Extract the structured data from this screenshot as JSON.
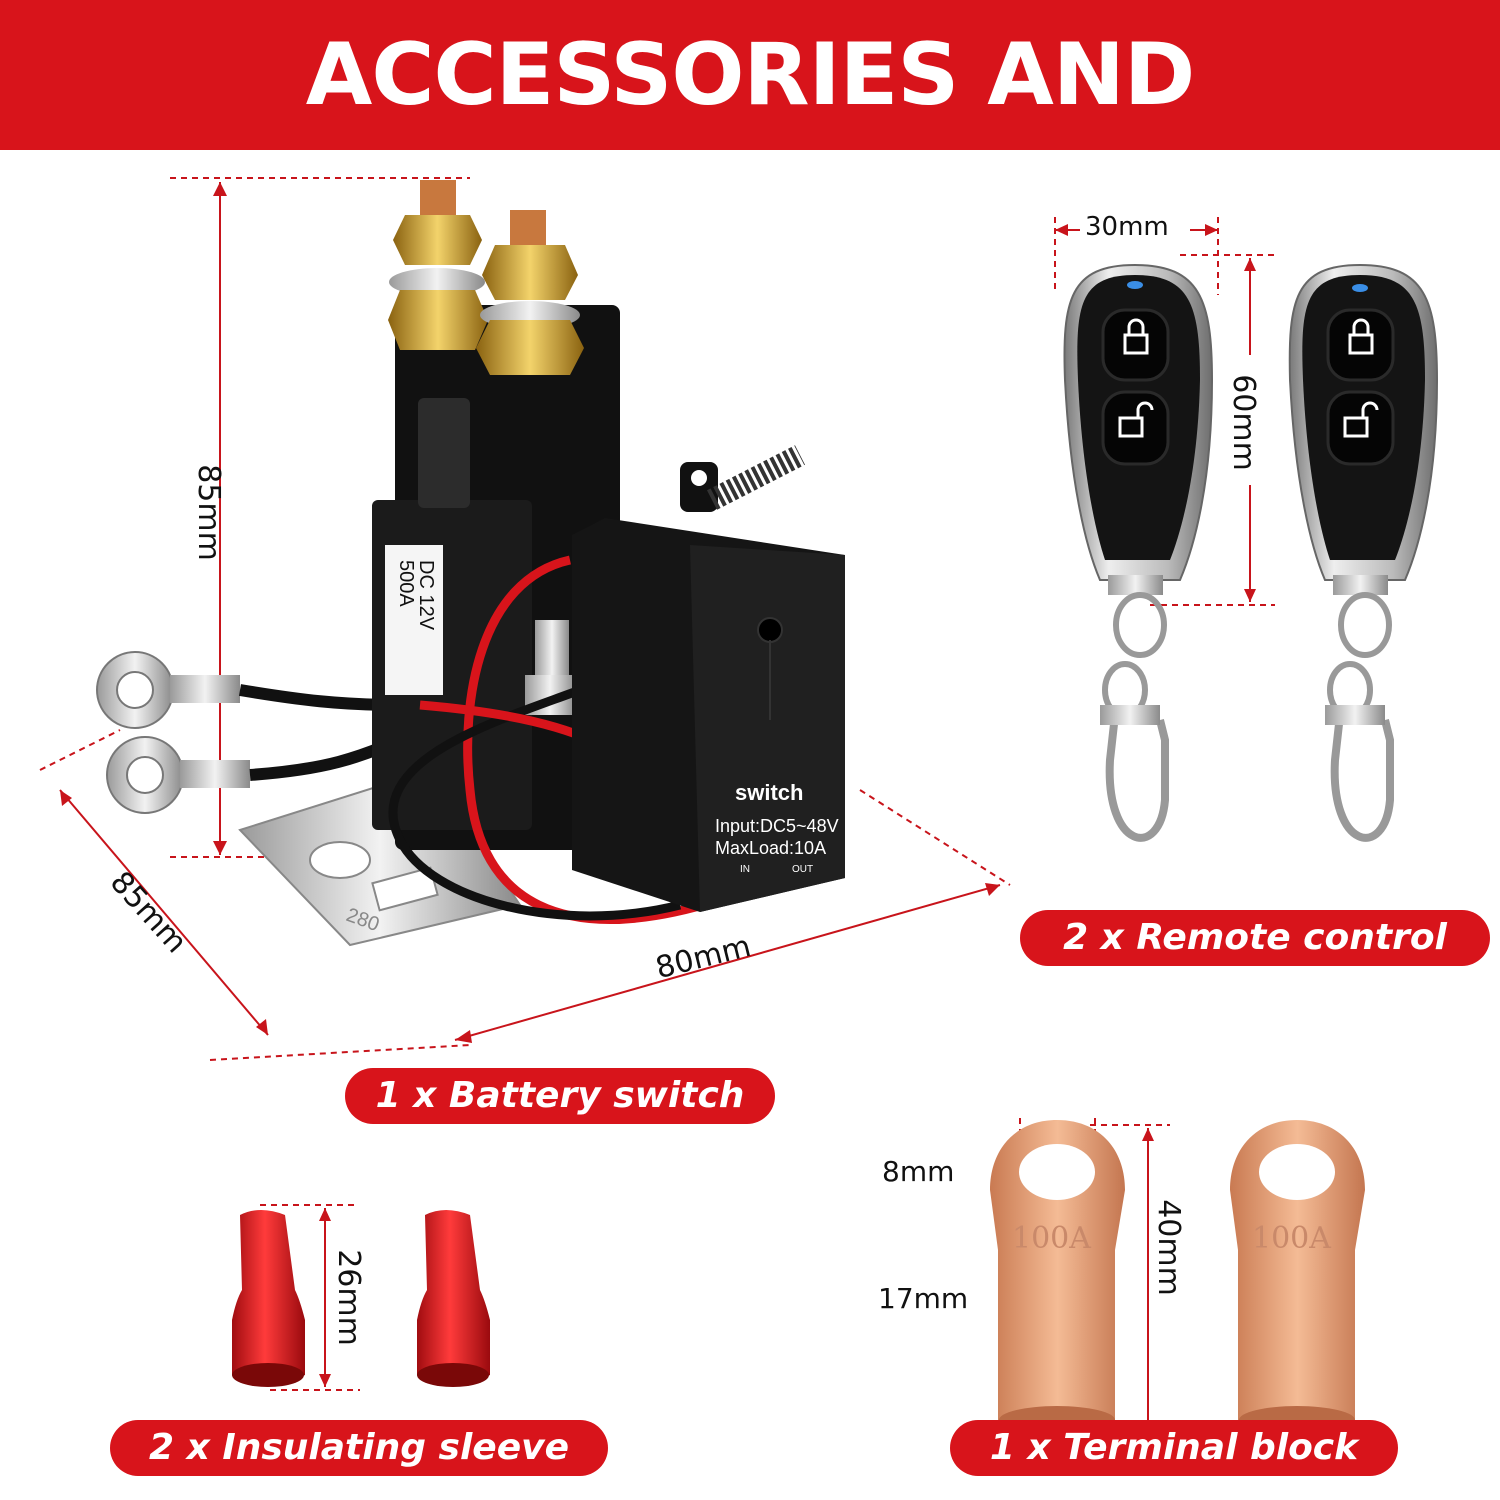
{
  "header": {
    "title": "ACCESSORIES AND DIMENSIONS"
  },
  "battery_switch": {
    "caption": "1 x Battery switch",
    "height": "85mm",
    "depth": "85mm",
    "width": "80mm",
    "solenoid_label_1": "500A",
    "solenoid_label_2": "DC 12V",
    "bracket_label": "280",
    "module_title": "switch",
    "module_input": "Input:DC5~48V",
    "module_load": "MaxLoad:10A",
    "module_in": "IN",
    "module_out": "OUT"
  },
  "remote_control": {
    "caption": "2 x Remote control",
    "width": "30mm",
    "height": "60mm"
  },
  "insulating_sleeve": {
    "caption": "2 x Insulating sleeve",
    "height": "26mm"
  },
  "terminal_block": {
    "caption": "1 x Terminal block",
    "hole": "8mm",
    "width": "17mm",
    "length": "40mm",
    "stamp": "100A"
  },
  "colors": {
    "brand_red": "#d8141b",
    "copper": "#e7a07a",
    "black": "#111111"
  }
}
